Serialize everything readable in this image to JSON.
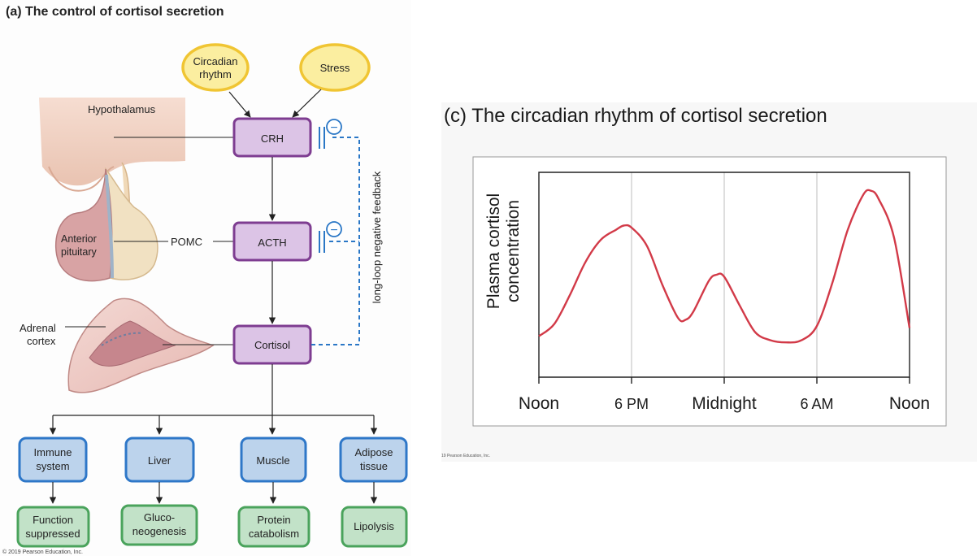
{
  "panel_a": {
    "title": "(a) The control of cortisol secretion",
    "inputs": {
      "circadian_line1": "Circadian",
      "circadian_line2": "rhythm",
      "stress": "Stress"
    },
    "hormones": {
      "crh": "CRH",
      "acth": "ACTH",
      "cortisol": "Cortisol"
    },
    "inhibition_symbol": "−",
    "feedback_label": "long-loop negative feedback",
    "anatomy": {
      "hypothalamus": "Hypothalamus",
      "pituitary_line1": "Anterior",
      "pituitary_line2": "pituitary",
      "pomc": "POMC",
      "adrenal_line1": "Adrenal",
      "adrenal_line2": "cortex"
    },
    "targets": [
      {
        "line1": "Immune",
        "line2": "system"
      },
      {
        "line1": "Liver",
        "line2": ""
      },
      {
        "line1": "Muscle",
        "line2": ""
      },
      {
        "line1": "Adipose",
        "line2": "tissue"
      }
    ],
    "effects": [
      {
        "line1": "Function",
        "line2": "suppressed"
      },
      {
        "line1": "Gluco-",
        "line2": "neogenesis"
      },
      {
        "line1": "Protein",
        "line2": "catabolism"
      },
      {
        "line1": "Lipolysis",
        "line2": ""
      }
    ],
    "copyright": "© 2019 Pearson Education, Inc."
  },
  "panel_c": {
    "title": "(c) The circadian rhythm of cortisol secretion",
    "copyright": "19 Pearson Education, Inc."
  },
  "colors": {
    "input_fill": "#fbeea0",
    "input_stroke": "#f0c533",
    "hormone_fill": "#dcc4e6",
    "hormone_stroke": "#7e3d91",
    "target_fill": "#bcd3ec",
    "target_stroke": "#2e77c8",
    "effect_fill": "#c2e2c8",
    "effect_stroke": "#4aa35c",
    "feedback": "#2a77c6",
    "curve": "#d23a48"
  },
  "chart_data": {
    "type": "line",
    "title": "",
    "xlabel": "",
    "ylabel": "Plasma cortisol concentration",
    "ylabel_line1": "Plasma cortisol",
    "ylabel_line2": "concentration",
    "categories": [
      "Noon",
      "6 PM",
      "Midnight",
      "6 AM",
      "Noon"
    ],
    "x_hours": [
      0,
      6,
      12,
      18,
      24
    ],
    "grid": "vertical",
    "xlim": [
      0,
      24
    ],
    "ylim": [
      0,
      100
    ],
    "series": [
      {
        "x": [
          0,
          1,
          2,
          3,
          4,
          5,
          5.5,
          6,
          7,
          8,
          9,
          9.5,
          10,
          11,
          11.5,
          12,
          13,
          14,
          15,
          16,
          17,
          18,
          19,
          20,
          21,
          21.5,
          22,
          23,
          24
        ],
        "values": [
          20,
          26,
          40,
          56,
          67,
          72,
          74,
          73,
          64,
          45,
          29,
          28,
          32,
          47,
          50,
          49,
          35,
          22,
          18,
          17,
          18,
          25,
          46,
          72,
          89,
          91,
          87,
          68,
          24
        ]
      }
    ]
  }
}
